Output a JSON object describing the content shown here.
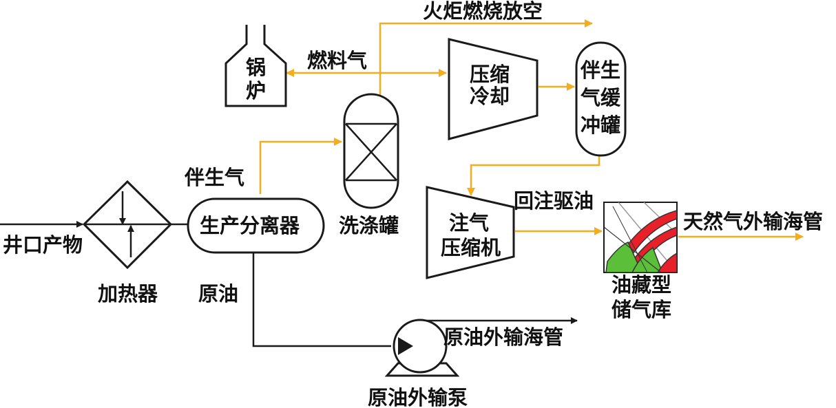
{
  "diagram": {
    "colors": {
      "gas_line": "#f2ae1d",
      "liquid_line": "#1a1a1a",
      "reservoir_red": "#e8202a",
      "reservoir_green": "#5bbf3a"
    },
    "nodes": {
      "well_product": "井口产物",
      "heater": "加热器",
      "separator": "生产分离器",
      "associated_gas": "伴生气",
      "crude_oil": "原油",
      "scrubber": "洗涤罐",
      "fuel_gas": "燃料气",
      "boiler_line1": "锅",
      "boiler_line2": "炉",
      "flare_vent": "火炬燃烧放空",
      "compress_line1": "压缩",
      "compress_line2": "冷却",
      "buffer_line1": "伴生",
      "buffer_line2": "气缓",
      "buffer_line3": "冲罐",
      "injection_line1": "注气",
      "injection_line2": "压缩机",
      "reinjection": "回注驱油",
      "storage_line1": "油藏型",
      "storage_line2": "储气库",
      "gas_export": "天然气外输海管",
      "oil_export": "原油外输海管",
      "export_pump": "原油外输泵"
    }
  }
}
